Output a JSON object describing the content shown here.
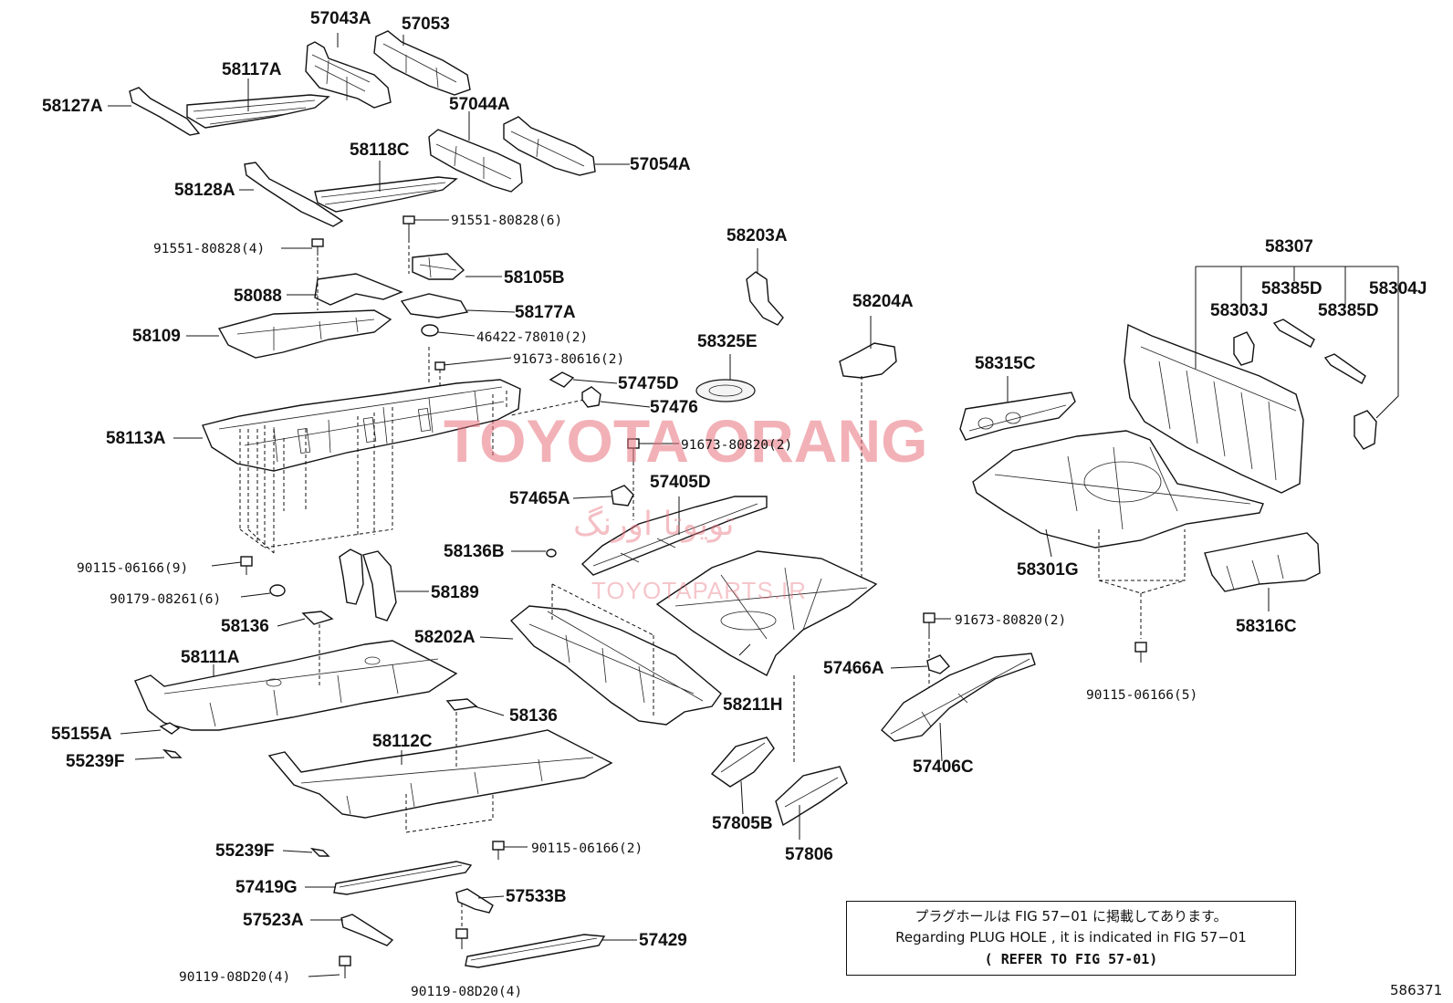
{
  "watermark": {
    "latin": "TOYOTA ORANG",
    "persian": "تویوتا اورنگ",
    "site": "TOYOTAPARTS.IR"
  },
  "labels": {
    "p57043A": "57043A",
    "p57053": "57053",
    "p58117A": "58117A",
    "p58127A": "58127A",
    "p57044A": "57044A",
    "p58118C": "58118C",
    "p57054A": "57054A",
    "p58128A": "58128A",
    "p91551_6": "91551-80828(6)",
    "p91551_4": "91551-80828(4)",
    "p58105B": "58105B",
    "p58088": "58088",
    "p58177A": "58177A",
    "p58109": "58109",
    "p46422": "46422-78010(2)",
    "p91673_80616": "91673-80616(2)",
    "p57475D": "57475D",
    "p57476": "57476",
    "p58113A": "58113A",
    "p91673_80820a": "91673-80820(2)",
    "p57465A": "57465A",
    "p57405D": "57405D",
    "p90115_9": "90115-06166(9)",
    "p90179": "90179-08261(6)",
    "p58136B": "58136B",
    "p58189": "58189",
    "p58136a": "58136",
    "p58202A": "58202A",
    "p58111A": "58111A",
    "p58136b": "58136",
    "p55155A": "55155A",
    "p55239F_a": "55239F",
    "p58112C": "58112C",
    "p90115_2": "90115-06166(2)",
    "p55239F_b": "55239F",
    "p57419G": "57419G",
    "p57533B": "57533B",
    "p57523A": "57523A",
    "p57429": "57429",
    "p90119_a": "90119-08D20(4)",
    "p90119_b": "90119-08D20(4)",
    "p58203A": "58203A",
    "p58325E": "58325E",
    "p58204A": "58204A",
    "p58211H": "58211H",
    "p57805B": "57805B",
    "p57806": "57806",
    "p91673_80820b": "91673-80820(2)",
    "p57466A": "57466A",
    "p57406C": "57406C",
    "p58315C": "58315C",
    "p58301G": "58301G",
    "p58316C": "58316C",
    "p90115_5": "90115-06166(5)",
    "p58307": "58307",
    "p58385D_a": "58385D",
    "p58304J": "58304J",
    "p58303J": "58303J",
    "p58385D_b": "58385D"
  },
  "note": {
    "line1": "プラグホールは FIG  57−01 に掲載してあります。",
    "line2": "Regarding  PLUG  HOLE , it is indicated in FIG  57−01",
    "line3": "( REFER  TO  FIG 57-01)"
  },
  "figure_id": "586371"
}
